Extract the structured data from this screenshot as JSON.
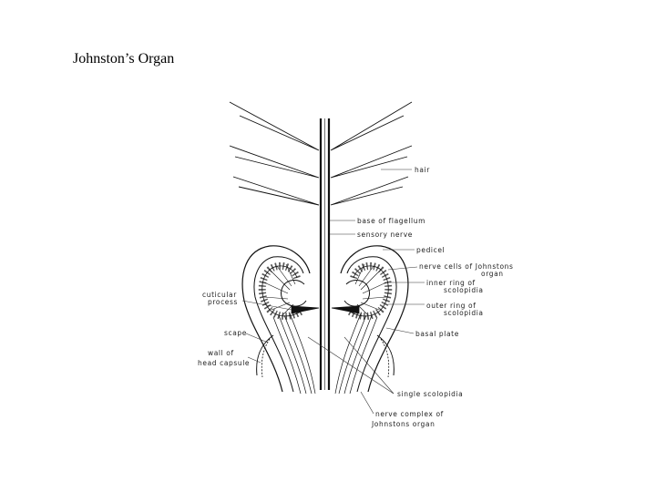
{
  "slide": {
    "title": "Johnston’s Organ"
  },
  "labels": {
    "hair": "hair",
    "base_of_flagellum": "base of flagellum",
    "sensory_nerve": "sensory nerve",
    "pedicel": "pedicel",
    "nerve_cells_1": "nerve cells of Johnstons",
    "nerve_cells_2": "organ",
    "inner_ring_1": "inner ring of",
    "inner_ring_2": "scolopidia",
    "outer_ring_1": "outer ring of",
    "outer_ring_2": "scolopidia",
    "basal_plate": "basal plate",
    "cuticular_1": "cuticular",
    "cuticular_2": "process",
    "scape": "scape",
    "wall_1": "wall of",
    "wall_2": "head capsule",
    "single_scolopidia": "single scolopidia",
    "nerve_complex_1": "nerve complex of",
    "nerve_complex_2": "Johnstons organ"
  }
}
